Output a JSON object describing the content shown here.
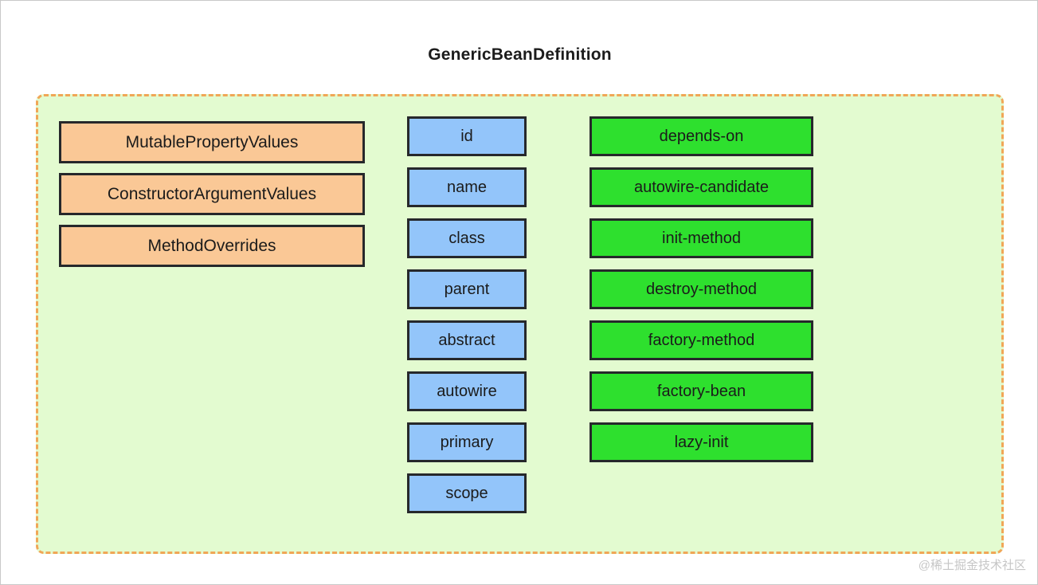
{
  "diagram": {
    "title": "GenericBeanDefinition",
    "container": {
      "fill_color": "#e3fbd0",
      "border_color": "#f0a757",
      "border_style": "dashed"
    },
    "columns": [
      {
        "id": "property-holders",
        "fill_color": "#fac896",
        "border_color": "#26282b",
        "nodes": [
          {
            "label": "MutablePropertyValues"
          },
          {
            "label": "ConstructorArgumentValues"
          },
          {
            "label": "MethodOverrides"
          }
        ]
      },
      {
        "id": "bean-attributes",
        "fill_color": "#93c5fa",
        "border_color": "#26282b",
        "nodes": [
          {
            "label": "id"
          },
          {
            "label": "name"
          },
          {
            "label": "class"
          },
          {
            "label": "parent"
          },
          {
            "label": "abstract"
          },
          {
            "label": "autowire"
          },
          {
            "label": "primary"
          },
          {
            "label": "scope"
          }
        ]
      },
      {
        "id": "lifecycle-attributes",
        "fill_color": "#2ee02e",
        "border_color": "#26282b",
        "nodes": [
          {
            "label": "depends-on"
          },
          {
            "label": "autowire-candidate"
          },
          {
            "label": "init-method"
          },
          {
            "label": "destroy-method"
          },
          {
            "label": "factory-method"
          },
          {
            "label": "factory-bean"
          },
          {
            "label": "lazy-init"
          }
        ]
      }
    ]
  },
  "watermark": {
    "text": "@稀土掘金技术社区"
  }
}
